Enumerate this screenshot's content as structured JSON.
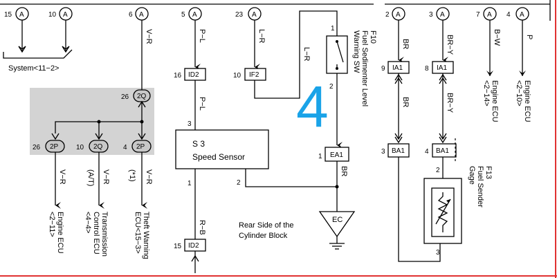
{
  "colors": {
    "accent": "#1aa3e8",
    "shade": "#d3d3d3",
    "border_red": "#e03030",
    "pill_fill": "#c8c8c8"
  },
  "top_connectors": [
    {
      "pin": "15",
      "label": "A"
    },
    {
      "pin": "10",
      "label": "A"
    },
    {
      "pin": "6",
      "label": "A"
    },
    {
      "pin": "5",
      "label": "A"
    },
    {
      "pin": "23",
      "label": "A"
    },
    {
      "pin": "2",
      "label": "A"
    },
    {
      "pin": "3",
      "label": "A"
    },
    {
      "pin": "7",
      "label": "A"
    },
    {
      "pin": "4",
      "label": "A"
    }
  ],
  "system_label": "System<11−2>",
  "big_number": "4",
  "wires": {
    "vr_top": "V−R",
    "pl_top": "P−L",
    "lr_top": "L−R",
    "lr_mid": "L−R",
    "br_top": "BR",
    "bry_top": "BR−Y",
    "bw": "B−W",
    "p": "P",
    "pl_mid": "P−L",
    "br_mid": "BR",
    "bry_mid": "BR−Y",
    "vr_a": "V−R",
    "vr_b": "V−R",
    "vr_c": "V−R",
    "rb": "R−B",
    "br_ea": "BR"
  },
  "wire_notes": {
    "at": "(A/T)",
    "star1": "(*1)"
  },
  "connectors": {
    "id2_top": {
      "pin": "16",
      "label": "ID2"
    },
    "if2": {
      "pin": "10",
      "label": "IF2"
    },
    "ia1_a": {
      "pin": "9",
      "label": "IA1"
    },
    "ia1_b": {
      "pin": "8",
      "label": "IA1"
    },
    "q2_top": {
      "pin": "26",
      "label": "2Q"
    },
    "p2_a": {
      "pin": "26",
      "label": "2P"
    },
    "q2_b": {
      "pin": "10",
      "label": "2Q"
    },
    "p2_c": {
      "pin": "4",
      "label": "2P"
    },
    "ea1": {
      "pin": "1",
      "label": "EA1"
    },
    "ba1_a": {
      "pin": "3",
      "label": "BA1"
    },
    "ba1_b": {
      "pin": "4",
      "label": "BA1"
    },
    "id2_bot": {
      "pin": "15",
      "label": "ID2"
    }
  },
  "pins": {
    "f10_1": "1",
    "f10_2": "2",
    "s3_3": "3",
    "s3_1": "1",
    "s3_2": "2",
    "f13_2": "2",
    "f13_3": "3"
  },
  "components": {
    "f10": {
      "ref": "F10",
      "lines": [
        "Fuel Sedimenter Level",
        "Warning SW"
      ]
    },
    "s3": {
      "ref": "S 3",
      "name": "Speed Sensor"
    },
    "f13": {
      "ref": "F13",
      "lines": [
        "Fuel Sender",
        "Gage"
      ]
    },
    "ec": {
      "label": "EC"
    },
    "rear_note": [
      "Rear Side of the",
      "Cylinder Block"
    ]
  },
  "destinations": {
    "engine_ecu_a": [
      "Engine ECU",
      "<2−14>"
    ],
    "engine_ecu_b": [
      "Engine ECU",
      "<2−10>"
    ],
    "engine_ecu_c": [
      "Engine ECU",
      "<2−11>"
    ],
    "trans_ecu": [
      "Transmission",
      "Control ECU",
      "<4−4>"
    ],
    "theft_ecu": [
      "Theft Warning",
      "ECU<15−3>"
    ]
  }
}
